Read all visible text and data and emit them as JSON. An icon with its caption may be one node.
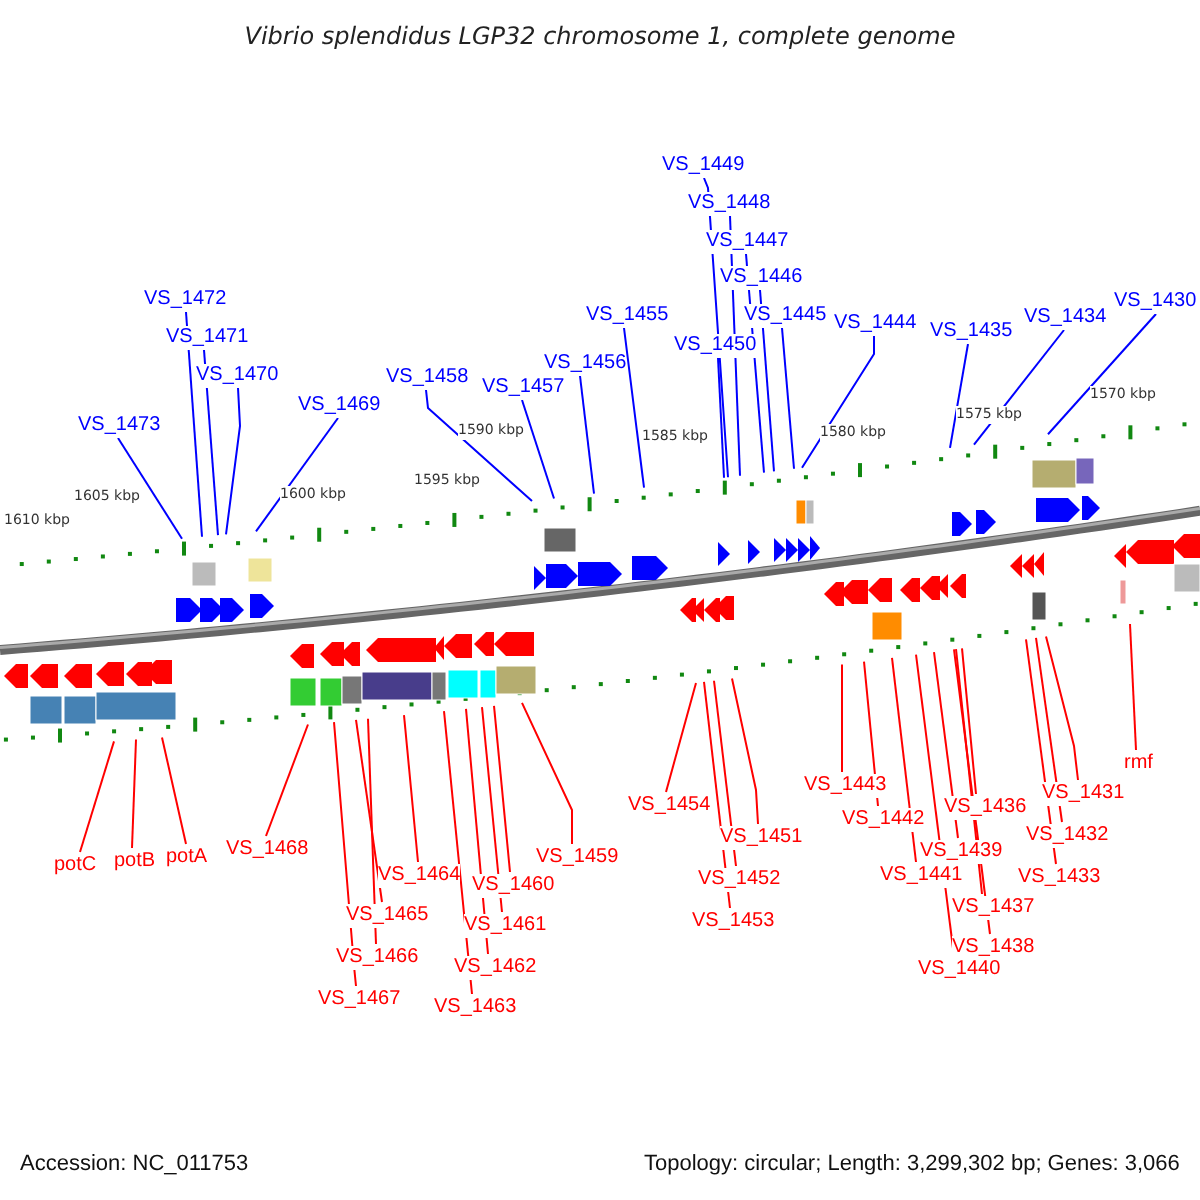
{
  "diagram": {
    "title": "Vibrio splendidus LGP32 chromosome 1, complete genome",
    "nodes": [
      {
        "text": [
          "VS_1473"
        ]
      },
      {
        "text": [
          "VS_1472"
        ]
      },
      {
        "text": [
          "VS_1471"
        ]
      },
      {
        "text": [
          "VS_1470"
        ]
      },
      {
        "text": [
          "VS_1469"
        ]
      },
      {
        "text": [
          "VS_1458"
        ]
      },
      {
        "text": [
          "VS_1457"
        ]
      },
      {
        "text": [
          "VS_1456"
        ]
      },
      {
        "text": [
          "VS_1455"
        ]
      },
      {
        "text": [
          "VS_1450"
        ]
      },
      {
        "text": [
          "VS_1449"
        ]
      },
      {
        "text": [
          "VS_1448"
        ]
      },
      {
        "text": [
          "VS_1447"
        ]
      },
      {
        "text": [
          "VS_1446"
        ]
      },
      {
        "text": [
          "VS_1445"
        ]
      },
      {
        "text": [
          "VS_1444"
        ]
      },
      {
        "text": [
          "VS_1435"
        ]
      },
      {
        "text": [
          "VS_1434"
        ]
      },
      {
        "text": [
          "VS_1430"
        ]
      },
      {
        "text": [
          "potC"
        ]
      },
      {
        "text": [
          "potB"
        ]
      },
      {
        "text": [
          "potA"
        ]
      },
      {
        "text": [
          "VS_1468"
        ]
      },
      {
        "text": [
          "VS_1467"
        ]
      },
      {
        "text": [
          "VS_1466"
        ]
      },
      {
        "text": [
          "VS_1465"
        ]
      },
      {
        "text": [
          "VS_1464"
        ]
      },
      {
        "text": [
          "VS_1463"
        ]
      },
      {
        "text": [
          "VS_1462"
        ]
      },
      {
        "text": [
          "VS_1461"
        ]
      },
      {
        "text": [
          "VS_1460"
        ]
      },
      {
        "text": [
          "VS_1459"
        ]
      },
      {
        "text": [
          "VS_1454"
        ]
      },
      {
        "text": [
          "VS_1453"
        ]
      },
      {
        "text": [
          "VS_1452"
        ]
      },
      {
        "text": [
          "VS_1451"
        ]
      },
      {
        "text": [
          "VS_1443"
        ]
      },
      {
        "text": [
          "VS_1442"
        ]
      },
      {
        "text": [
          "VS_1441"
        ]
      },
      {
        "text": [
          "VS_1440"
        ]
      },
      {
        "text": [
          "VS_1439"
        ]
      },
      {
        "text": [
          "VS_1438"
        ]
      },
      {
        "text": [
          "VS_1437"
        ]
      },
      {
        "text": [
          "VS_1436"
        ]
      },
      {
        "text": [
          "VS_1433"
        ]
      },
      {
        "text": [
          "VS_1432"
        ]
      },
      {
        "text": [
          "VS_1431"
        ]
      },
      {
        "text": [
          "rmf"
        ]
      }
    ],
    "edges": [
      {
        "from": 0,
        "to": null,
        "arrow": "none",
        "color": "#0000ff"
      },
      {
        "from": 1,
        "to": null,
        "arrow": "none",
        "color": "#0000ff"
      },
      {
        "from": 2,
        "to": null,
        "arrow": "none",
        "color": "#0000ff"
      },
      {
        "from": 3,
        "to": null,
        "arrow": "none",
        "color": "#0000ff"
      },
      {
        "from": 4,
        "to": null,
        "arrow": "none",
        "color": "#0000ff"
      },
      {
        "from": 5,
        "to": null,
        "arrow": "none",
        "color": "#0000ff"
      },
      {
        "from": 6,
        "to": null,
        "arrow": "none",
        "color": "#0000ff"
      },
      {
        "from": 7,
        "to": null,
        "arrow": "none",
        "color": "#0000ff"
      },
      {
        "from": 8,
        "to": null,
        "arrow": "none",
        "color": "#0000ff"
      },
      {
        "from": 9,
        "to": null,
        "arrow": "none",
        "color": "#0000ff"
      },
      {
        "from": 10,
        "to": null,
        "arrow": "none",
        "color": "#0000ff"
      },
      {
        "from": 11,
        "to": null,
        "arrow": "none",
        "color": "#0000ff"
      },
      {
        "from": 12,
        "to": null,
        "arrow": "none",
        "color": "#0000ff"
      },
      {
        "from": 13,
        "to": null,
        "arrow": "none",
        "color": "#0000ff"
      },
      {
        "from": 14,
        "to": null,
        "arrow": "none",
        "color": "#0000ff"
      },
      {
        "from": 15,
        "to": null,
        "arrow": "none",
        "color": "#0000ff"
      },
      {
        "from": 16,
        "to": null,
        "arrow": "none",
        "color": "#0000ff"
      },
      {
        "from": 17,
        "to": null,
        "arrow": "none",
        "color": "#0000ff"
      },
      {
        "from": 18,
        "to": null,
        "arrow": "none",
        "color": "#0000ff"
      },
      {
        "from": 19,
        "to": null,
        "arrow": "none"
      },
      {
        "from": 20,
        "to": null,
        "arrow": "none"
      },
      {
        "from": 21,
        "to": null,
        "arrow": "none"
      },
      {
        "from": 22,
        "to": null,
        "arrow": "none"
      },
      {
        "from": 23,
        "to": null,
        "arrow": "none"
      },
      {
        "from": 24,
        "to": null,
        "arrow": "none"
      },
      {
        "from": 25,
        "to": null,
        "arrow": "none"
      },
      {
        "from": 26,
        "to": null,
        "arrow": "none"
      },
      {
        "from": 27,
        "to": null,
        "arrow": "none"
      },
      {
        "from": 28,
        "to": null,
        "arrow": "none"
      },
      {
        "from": 29,
        "to": null,
        "arrow": "none"
      },
      {
        "from": 30,
        "to": null,
        "arrow": "none"
      },
      {
        "from": 31,
        "to": null,
        "arrow": "none"
      },
      {
        "from": 32,
        "to": null,
        "arrow": "none"
      },
      {
        "from": 33,
        "to": null,
        "arrow": "none"
      },
      {
        "from": 34,
        "to": null,
        "arrow": "none"
      },
      {
        "from": 35,
        "to": null,
        "arrow": "none"
      },
      {
        "from": 36,
        "to": null,
        "arrow": "none"
      },
      {
        "from": 37,
        "to": null,
        "arrow": "none"
      },
      {
        "from": 38,
        "to": null,
        "arrow": "none"
      },
      {
        "from": 39,
        "to": null,
        "arrow": "none"
      },
      {
        "from": 40,
        "to": null,
        "arrow": "none"
      },
      {
        "from": 41,
        "to": null,
        "arrow": "none"
      },
      {
        "from": 42,
        "to": null,
        "arrow": "none"
      },
      {
        "from": 43,
        "to": null,
        "arrow": "none"
      },
      {
        "from": 44,
        "to": null,
        "arrow": "none"
      },
      {
        "from": 45,
        "to": null,
        "arrow": "none"
      },
      {
        "from": 46,
        "to": null,
        "arrow": "none"
      },
      {
        "from": 47,
        "to": null,
        "arrow": "none"
      }
    ],
    "labels": [
      "1610 kbp",
      "1605 kbp",
      "1600 kbp",
      "1595 kbp",
      "1590 kbp",
      "1585 kbp",
      "1580 kbp",
      "1575 kbp",
      "1570 kbp",
      "Accession: NC_011753",
      "Topology: circular; Length: 3,299,302 bp; Genes: 3,066"
    ]
  }
}
